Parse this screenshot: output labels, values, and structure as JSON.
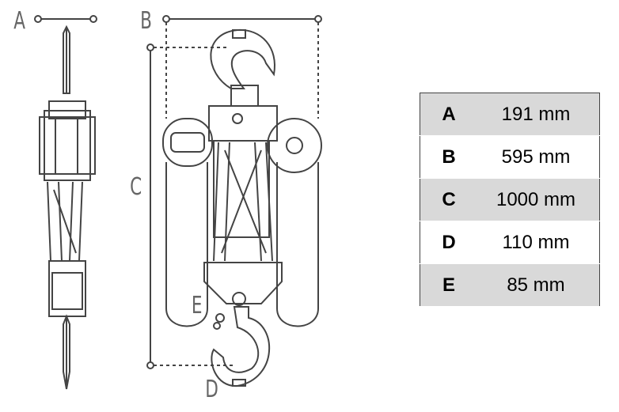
{
  "diagram": {
    "dimension_labels": [
      "A",
      "B",
      "C",
      "D",
      "E"
    ]
  },
  "specs": [
    {
      "label": "A",
      "value": "191 mm"
    },
    {
      "label": "B",
      "value": "595 mm"
    },
    {
      "label": "C",
      "value": "1000 mm"
    },
    {
      "label": "D",
      "value": "110 mm"
    },
    {
      "label": "E",
      "value": "85 mm"
    }
  ]
}
